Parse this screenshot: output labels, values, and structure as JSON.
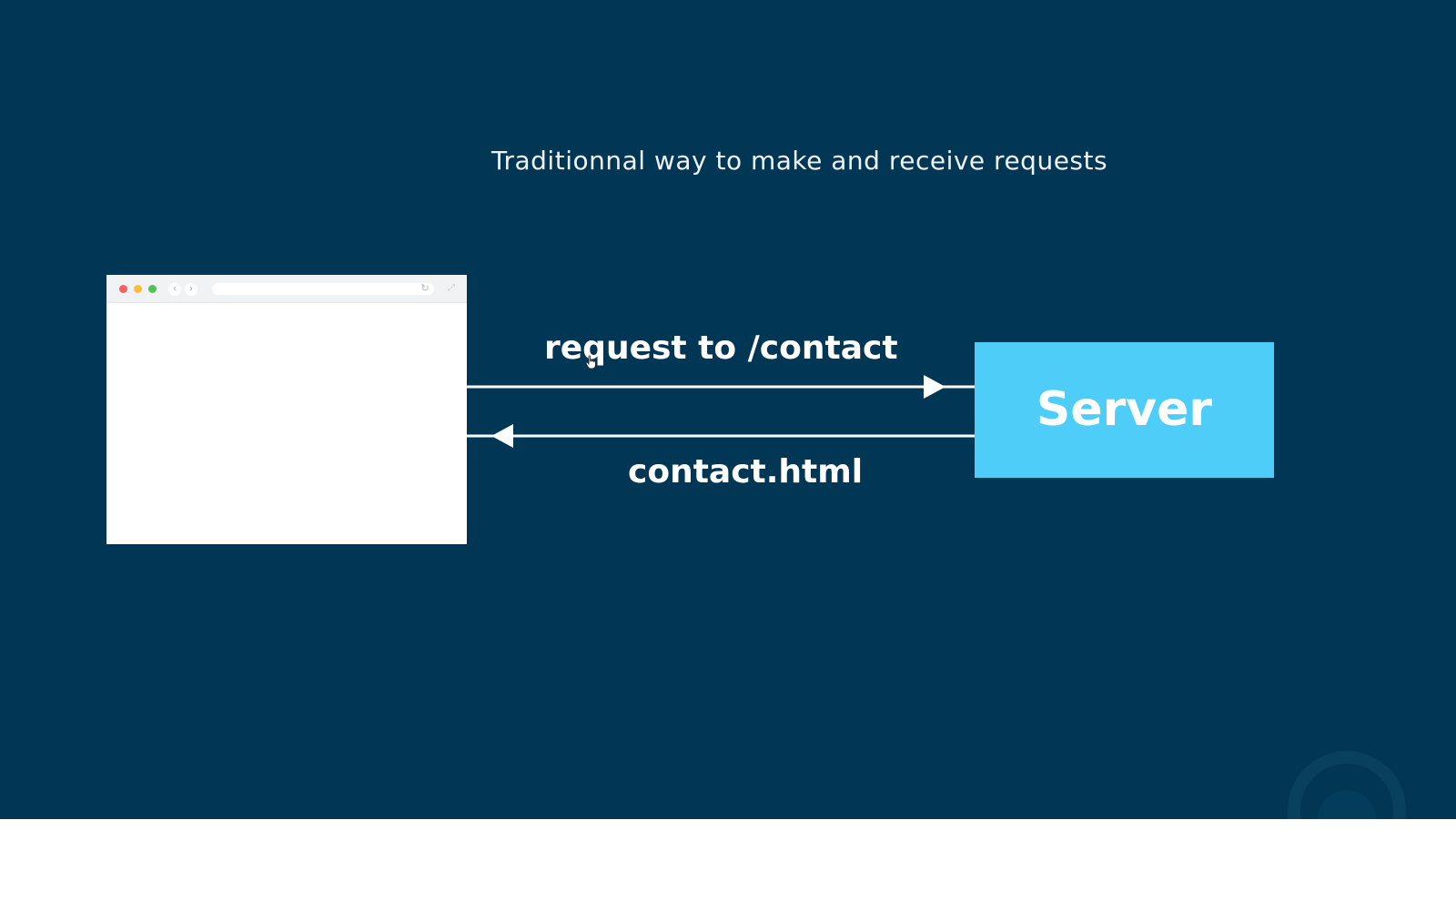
{
  "slide": {
    "title": "Traditionnal way to make and receive requests",
    "background_color": "#023655"
  },
  "browser": {
    "nav_back_icon": "‹",
    "nav_forward_icon": "›",
    "reload_icon": "↻",
    "expand_icon": "⤢"
  },
  "diagram": {
    "request_label": "request to /contact",
    "response_label": "contact.html",
    "server_label": "Server",
    "server_color": "#4fcdf9",
    "arrow_color": "#ffffff"
  }
}
